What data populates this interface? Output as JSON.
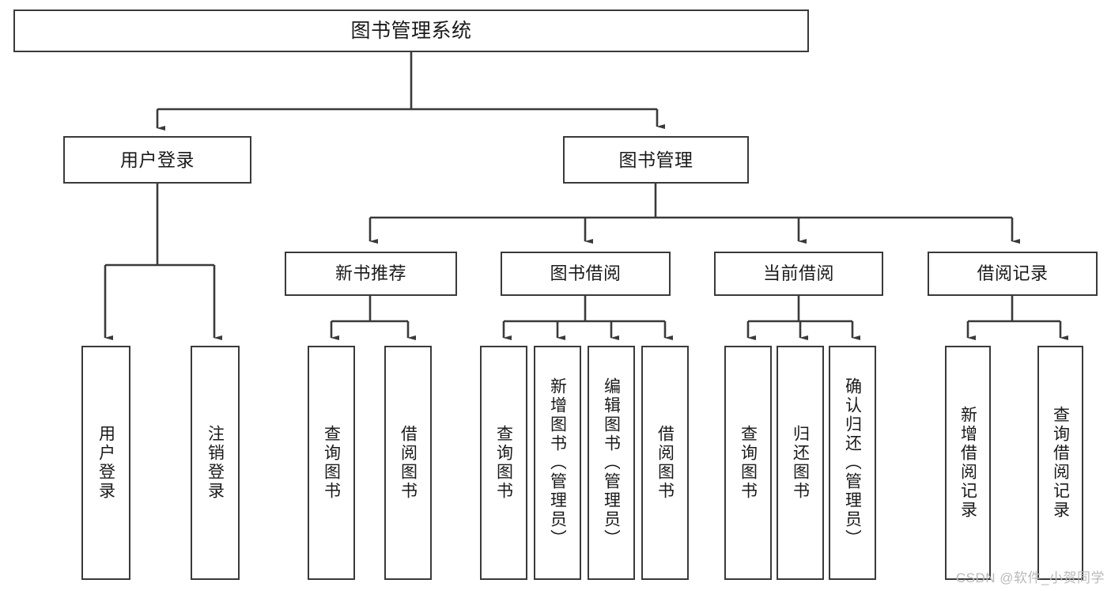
{
  "diagram": {
    "title": "图书管理系统",
    "type": "tree",
    "watermark": "CSDN @软件_小贺同学",
    "colors": {
      "box_border": "#3a3a3a",
      "box_fill": "#ffffff",
      "connector": "#3a3a3a",
      "text": "#1a1a1a",
      "watermark": "#b9b9b9",
      "background": "#ffffff"
    },
    "nodes": {
      "root": {
        "label": "图书管理系统"
      },
      "level1": [
        {
          "label": "用户登录"
        },
        {
          "label": "图书管理"
        }
      ],
      "level2": [
        {
          "label": "新书推荐"
        },
        {
          "label": "图书借阅"
        },
        {
          "label": "当前借阅"
        },
        {
          "label": "借阅记录"
        }
      ],
      "leaves": {
        "user_login": [
          {
            "label": "用户登录"
          },
          {
            "label": "注销登录"
          }
        ],
        "new_book_recommend": [
          {
            "label": "查询图书"
          },
          {
            "label": "借阅图书"
          }
        ],
        "book_borrow": [
          {
            "label": "查询图书"
          },
          {
            "label": "新增图书（管理员）"
          },
          {
            "label": "编辑图书（管理员）"
          },
          {
            "label": "借阅图书"
          }
        ],
        "current_borrow": [
          {
            "label": "查询图书"
          },
          {
            "label": "归还图书"
          },
          {
            "label": "确认归还（管理员）"
          }
        ],
        "borrow_record": [
          {
            "label": "新增借阅记录"
          },
          {
            "label": "查询借阅记录"
          }
        ]
      }
    }
  }
}
